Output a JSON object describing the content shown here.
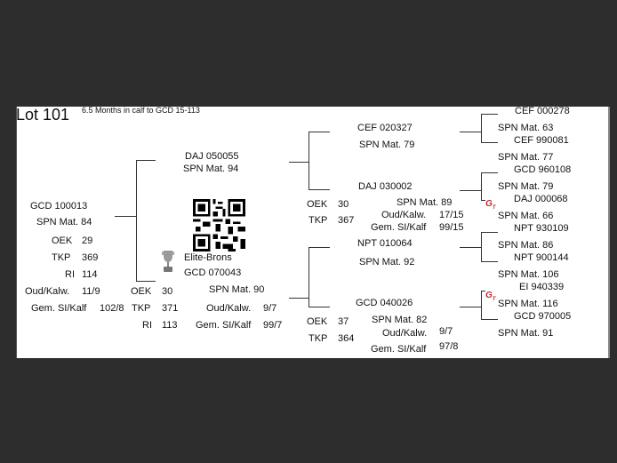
{
  "header": {
    "lot": "Lot 101",
    "note": "6.5 Months in calf to GCD 15-113"
  },
  "animal": {
    "id": "GCD 100013",
    "spn": "SPN Mat. 84",
    "oek_l": "OEK",
    "oek": "29",
    "tkp_l": "TKP",
    "tkp": "369",
    "ri_l": "RI",
    "ri": "114",
    "oud_l": "Oud/Kalw.",
    "oud": "11/9",
    "gem_l": "Gem. SI/Kalf",
    "gem": "102/8"
  },
  "sire": {
    "id": "DAJ 050055",
    "spn": "SPN Mat. 94"
  },
  "dam": {
    "award": "Elite-Brons",
    "id": "GCD 070043",
    "spn": "SPN Mat. 90",
    "oek_l": "OEK",
    "oek": "30",
    "tkp_l": "TKP",
    "tkp": "371",
    "ri_l": "RI",
    "ri": "113",
    "oud_l": "Oud/Kalw.",
    "oud": "9/7",
    "gem_l": "Gem. SI/Kalf",
    "gem": "99/7"
  },
  "ss": {
    "id": "CEF 020327",
    "spn": "SPN Mat. 79"
  },
  "sd": {
    "id": "DAJ 030002",
    "spn": "SPN Mat. 89",
    "oek_l": "OEK",
    "oek": "30",
    "tkp_l": "TKP",
    "tkp": "367",
    "oud_l": "Oud/Kalw.",
    "oud": "17/15",
    "gem_l": "Gem. SI/Kalf",
    "gem": "99/15"
  },
  "ds": {
    "id": "NPT 010064",
    "spn": "SPN Mat. 92"
  },
  "dd": {
    "id": "GCD 040026",
    "spn": "SPN Mat. 82",
    "oek_l": "OEK",
    "oek": "37",
    "tkp_l": "TKP",
    "tkp": "364",
    "oud_l": "Oud/Kalw.",
    "oud": "9/7",
    "gem_l": "Gem. SI/Kalf",
    "gem": "97/8"
  },
  "gen3": [
    {
      "id": "CEF 000278",
      "spn": "SPN Mat. 63"
    },
    {
      "id": "CEF 990081",
      "spn": "SPN Mat. 77"
    },
    {
      "id": "GCD 960108",
      "spn": "SPN Mat. 79"
    },
    {
      "id": "DAJ 000068",
      "spn": "SPN Mat. 66"
    },
    {
      "id": "NPT 930109",
      "spn": "SPN Mat. 86"
    },
    {
      "id": "NPT 900144",
      "spn": "SPN Mat. 106"
    },
    {
      "id": "EI 940339",
      "spn": "SPN Mat. 116"
    },
    {
      "id": "GCD 970005",
      "spn": "SPN Mat. 91"
    }
  ],
  "icons": {
    "trophy": "trophy-icon",
    "qr": "qr-code",
    "logo": "gt-logo",
    "logo_color": "#c0282d"
  }
}
